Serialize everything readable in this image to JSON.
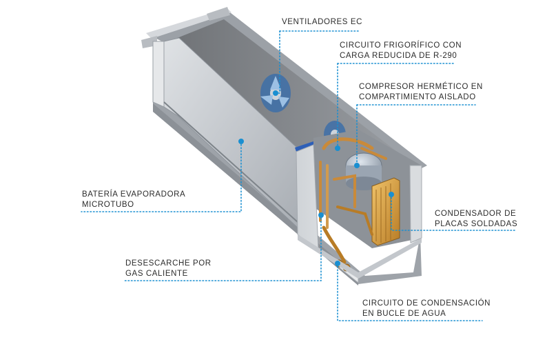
{
  "callouts": {
    "ventiladores": {
      "line1": "VENTILADORES EC"
    },
    "circuito_frigorifico": {
      "line1": "CIRCUITO FRIGORÍFICO CON",
      "line2": "CARGA REDUCIDA DE R-290"
    },
    "compresor": {
      "line1": "COMPRESOR HERMÉTICO EN",
      "line2": "COMPARTIMIENTO AISLADO"
    },
    "bateria": {
      "line1": "BATERÍA EVAPORADORA",
      "line2": "MICROTUBO"
    },
    "condensador": {
      "line1": "CONDENSADOR DE",
      "line2": "PLACAS SOLDADAS"
    },
    "desescarche": {
      "line1": "DESESCARCHE POR",
      "line2": "GAS CALIENTE"
    },
    "circuito_condensacion": {
      "line1": "CIRCUITO DE CONDENSACIÓN",
      "line2": "EN BUCLE DE AGUA"
    }
  },
  "colors": {
    "leader": "#1a8fd1",
    "text": "#2b2b2b",
    "housing": "#c9ccd0",
    "panel": "#b7bcc2",
    "copper": "#c98a3a",
    "brass": "#d9a440"
  }
}
